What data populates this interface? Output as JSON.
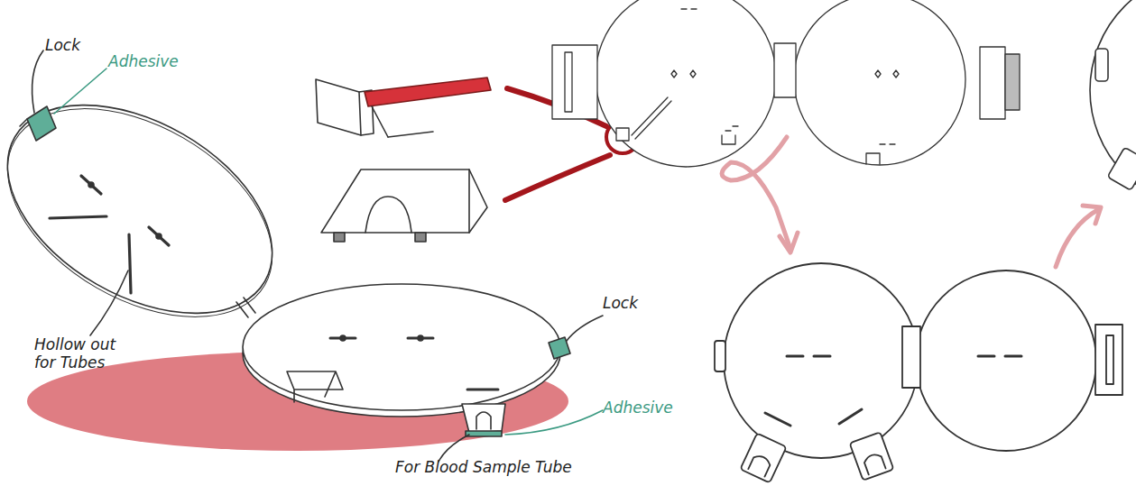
{
  "diagram": {
    "labels": [
      "Lock",
      "Adhesive",
      "Hollow out for Tubes",
      "Lock",
      "Adhesive",
      "For Blood Sample Tube"
    ]
  }
}
